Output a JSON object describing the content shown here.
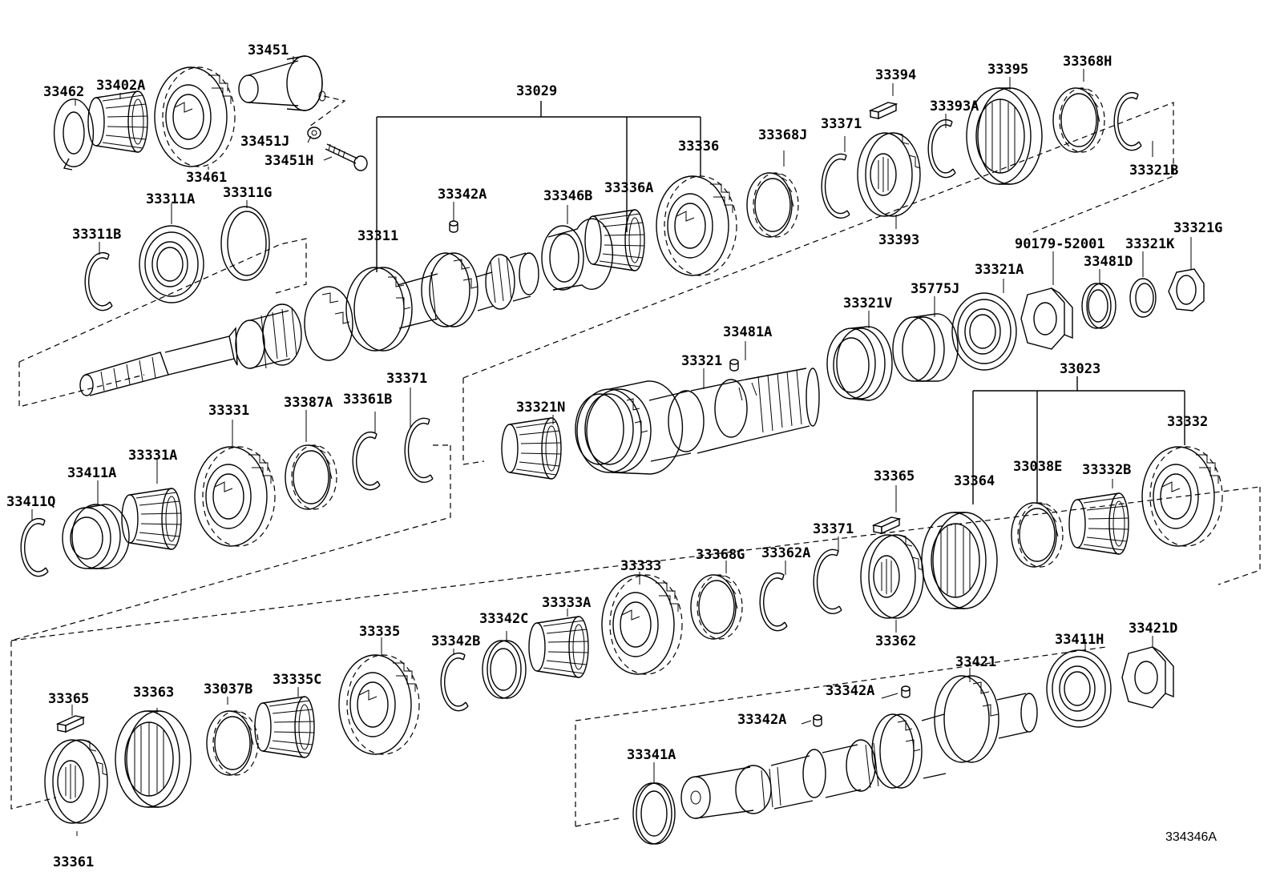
{
  "diagram": {
    "stroke_color": "#000000",
    "background": "#ffffff",
    "reference_code": "334346A",
    "labels": [
      {
        "id": "l01",
        "text": "33451"
      },
      {
        "id": "l02",
        "text": "33462"
      },
      {
        "id": "l03",
        "text": "33402A"
      },
      {
        "id": "l04",
        "text": "33451J"
      },
      {
        "id": "l05",
        "text": "33451H"
      },
      {
        "id": "l06",
        "text": "33461"
      },
      {
        "id": "l07",
        "text": "33029"
      },
      {
        "id": "l08",
        "text": "33394"
      },
      {
        "id": "l09",
        "text": "33395"
      },
      {
        "id": "l10",
        "text": "33368H"
      },
      {
        "id": "l11",
        "text": "33393A"
      },
      {
        "id": "l12",
        "text": "33321B"
      },
      {
        "id": "l13",
        "text": "33368J"
      },
      {
        "id": "l14",
        "text": "33371"
      },
      {
        "id": "l15",
        "text": "33336"
      },
      {
        "id": "l16",
        "text": "33393"
      },
      {
        "id": "l17",
        "text": "33311A"
      },
      {
        "id": "l18",
        "text": "33311G"
      },
      {
        "id": "l19",
        "text": "33342A"
      },
      {
        "id": "l20",
        "text": "33346B"
      },
      {
        "id": "l21",
        "text": "33336A"
      },
      {
        "id": "l22",
        "text": "33311B"
      },
      {
        "id": "l23",
        "text": "33311"
      },
      {
        "id": "l24",
        "text": "90179-52001"
      },
      {
        "id": "l25",
        "text": "33321K"
      },
      {
        "id": "l26",
        "text": "33321G"
      },
      {
        "id": "l27",
        "text": "33481D"
      },
      {
        "id": "l28",
        "text": "33321A"
      },
      {
        "id": "l29",
        "text": "35775J"
      },
      {
        "id": "l30",
        "text": "33321V"
      },
      {
        "id": "l31",
        "text": "33481A"
      },
      {
        "id": "l32",
        "text": "33321"
      },
      {
        "id": "l33",
        "text": "33023"
      },
      {
        "id": "l34",
        "text": "33371"
      },
      {
        "id": "l35",
        "text": "33331"
      },
      {
        "id": "l36",
        "text": "33387A"
      },
      {
        "id": "l37",
        "text": "33361B"
      },
      {
        "id": "l38",
        "text": "33331A"
      },
      {
        "id": "l39",
        "text": "33411A"
      },
      {
        "id": "l40",
        "text": "33411Q"
      },
      {
        "id": "l41",
        "text": "33321N"
      },
      {
        "id": "l42",
        "text": "33332"
      },
      {
        "id": "l43",
        "text": "33365"
      },
      {
        "id": "l44",
        "text": "33364"
      },
      {
        "id": "l45",
        "text": "33038E"
      },
      {
        "id": "l46",
        "text": "33332B"
      },
      {
        "id": "l47",
        "text": "33333"
      },
      {
        "id": "l48",
        "text": "33368G"
      },
      {
        "id": "l49",
        "text": "33362A"
      },
      {
        "id": "l50",
        "text": "33371"
      },
      {
        "id": "l51",
        "text": "33333A"
      },
      {
        "id": "l52",
        "text": "33342C"
      },
      {
        "id": "l53",
        "text": "33342B"
      },
      {
        "id": "l54",
        "text": "33335"
      },
      {
        "id": "l55",
        "text": "33362"
      },
      {
        "id": "l56",
        "text": "33411H"
      },
      {
        "id": "l57",
        "text": "33421D"
      },
      {
        "id": "l58",
        "text": "33421"
      },
      {
        "id": "l59",
        "text": "33342A"
      },
      {
        "id": "l60",
        "text": "33342A"
      },
      {
        "id": "l61",
        "text": "33365"
      },
      {
        "id": "l62",
        "text": "33363"
      },
      {
        "id": "l63",
        "text": "33037B"
      },
      {
        "id": "l64",
        "text": "33335C"
      },
      {
        "id": "l65",
        "text": "33341A"
      },
      {
        "id": "l66",
        "text": "33361"
      }
    ]
  }
}
